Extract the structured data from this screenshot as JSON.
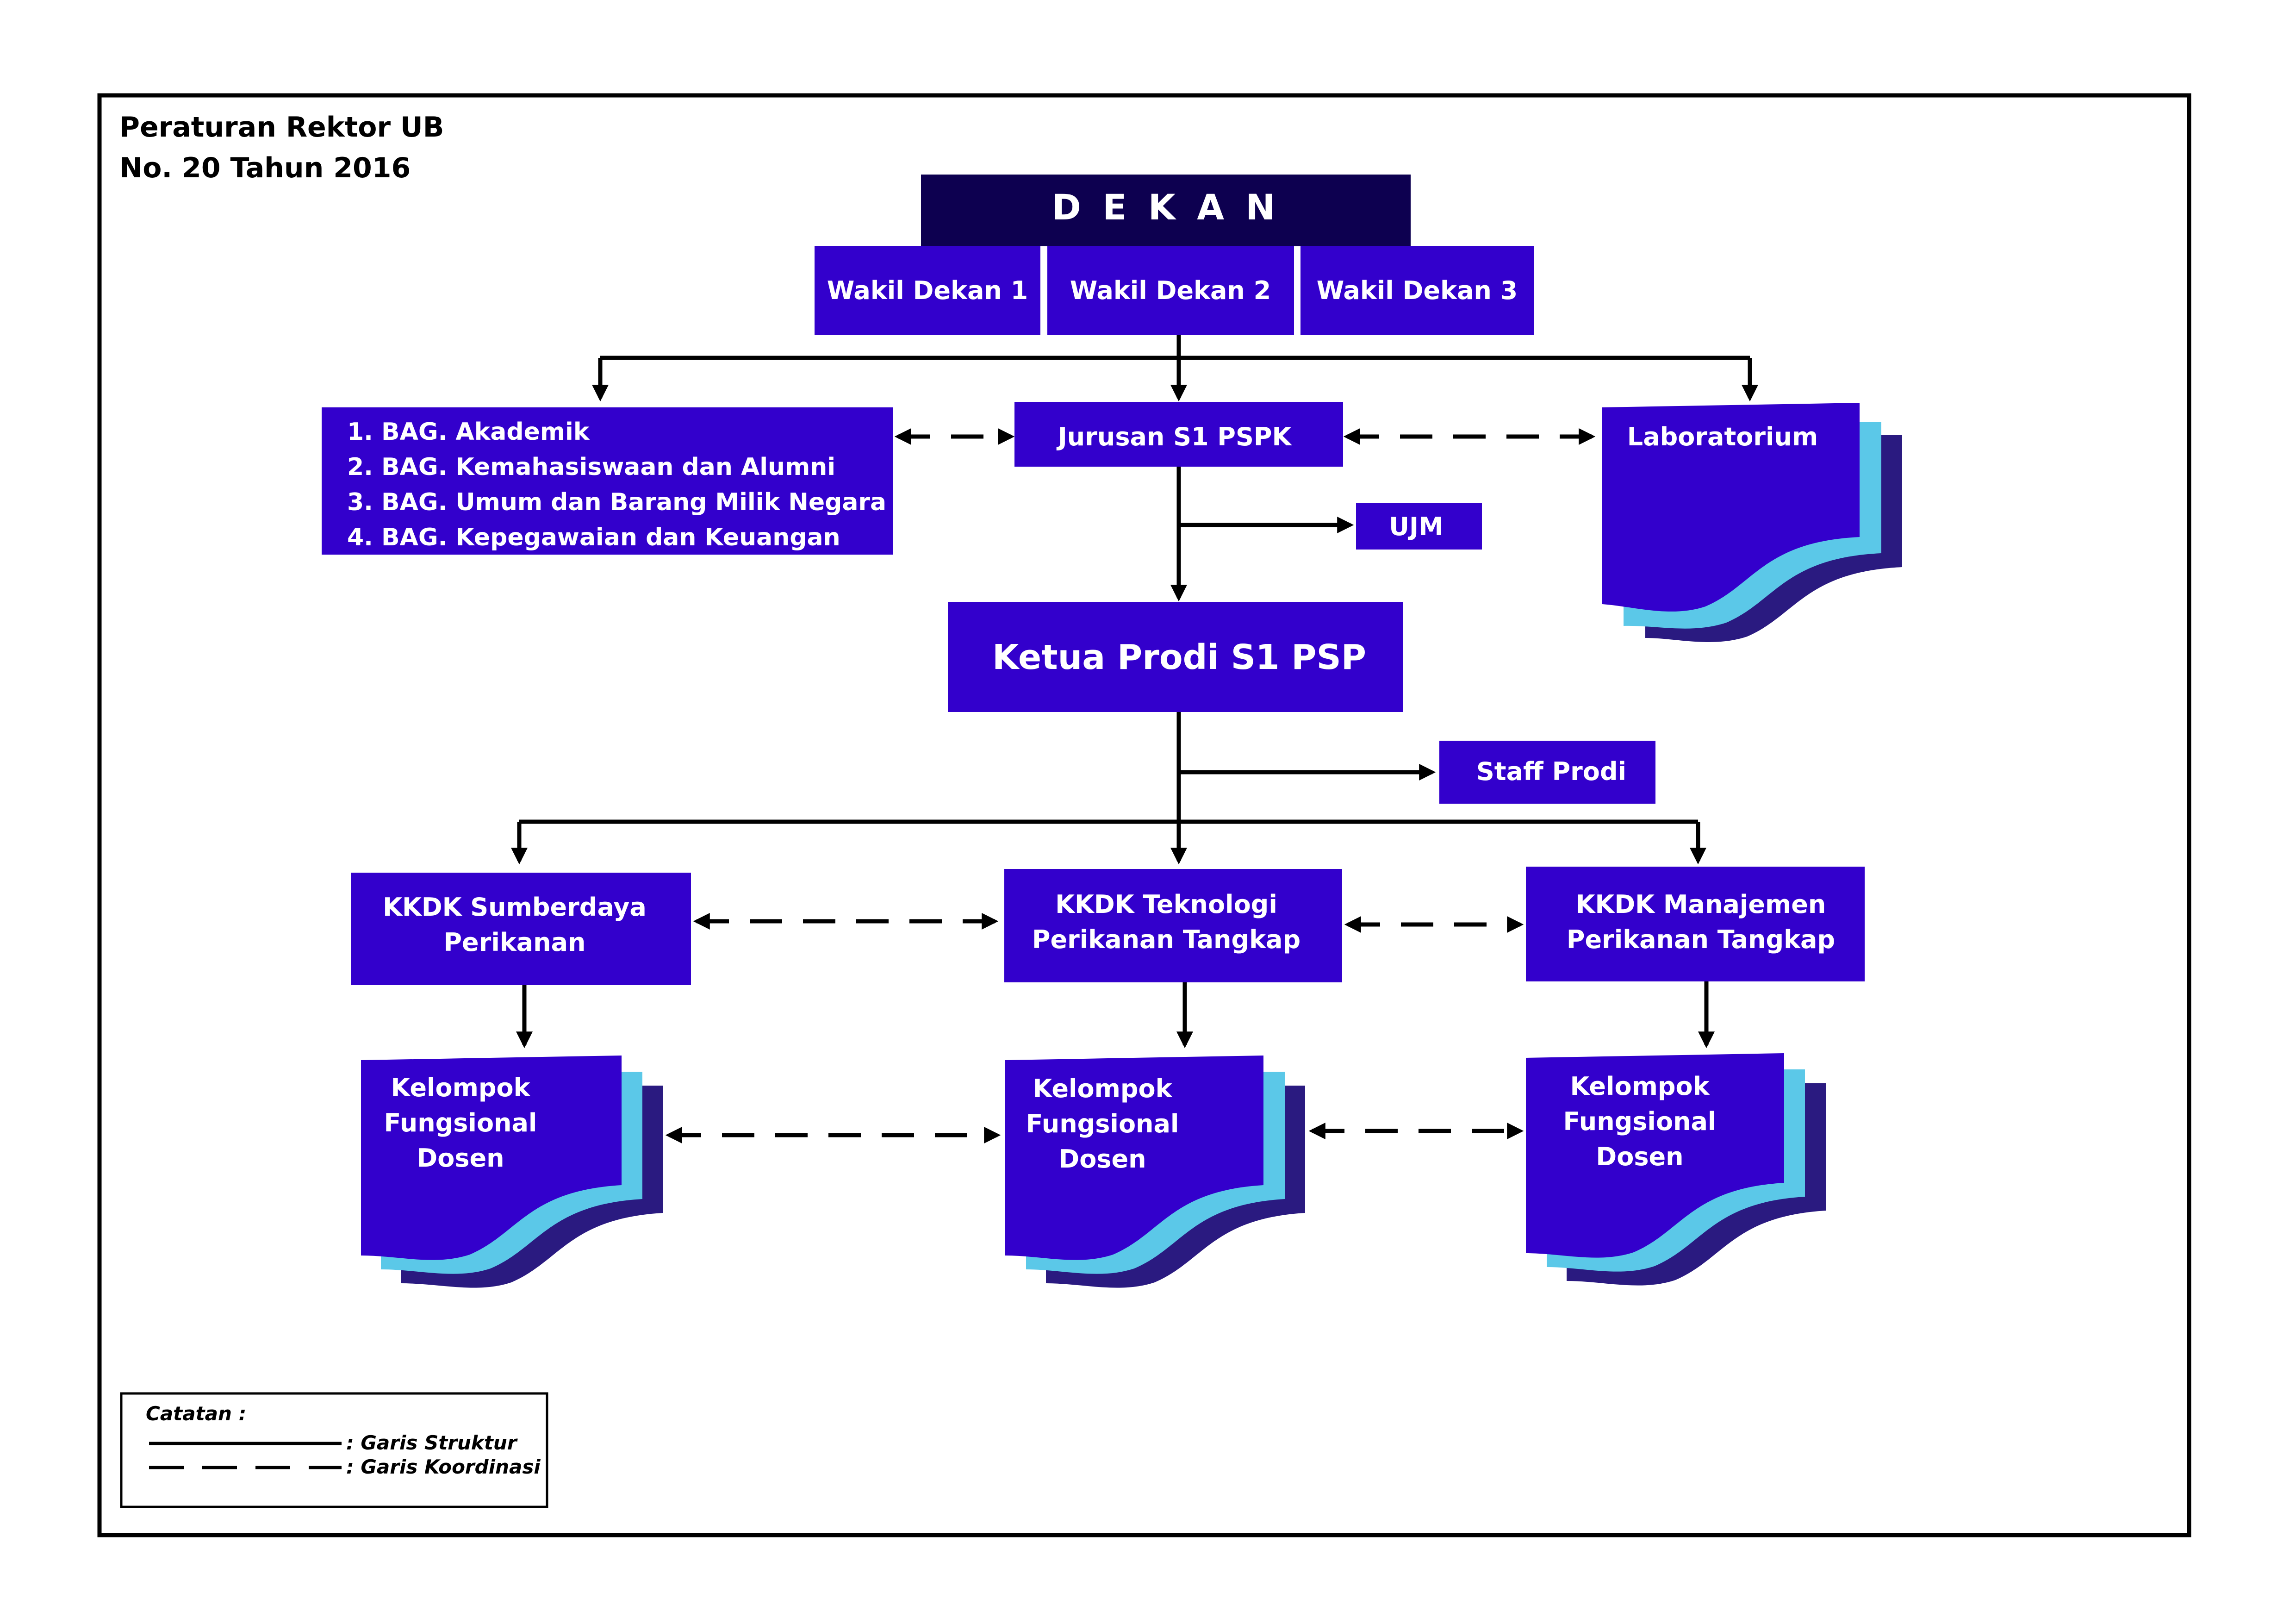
{
  "header": {
    "line1": "Peraturan Rektor UB",
    "line2": "No. 20 Tahun 2016"
  },
  "dekan": "D E K A N",
  "wakil": [
    "Wakil Dekan 1",
    "Wakil Dekan 2",
    "Wakil Dekan 3"
  ],
  "bag": [
    "1.  BAG. Akademik",
    "2. BAG. Kemahasiswaan dan Alumni",
    "3. BAG. Umum dan Barang Milik Negara",
    "4. BAG. Kepegawaian dan Keuangan"
  ],
  "jurusan": "Jurusan S1 PSPK",
  "laboratorium": "Laboratorium",
  "ujm": "UJM",
  "ketua": "Ketua Prodi S1 PSP",
  "staff": "Staff Prodi",
  "kkdk": [
    {
      "line1": "KKDK Sumberdaya",
      "line2": "Perikanan"
    },
    {
      "line1": "KKDK Teknologi",
      "line2": "Perikanan Tangkap"
    },
    {
      "line1": "KKDK Manajemen",
      "line2": "Perikanan Tangkap"
    }
  ],
  "kelompok": [
    {
      "line1": "Kelompok",
      "line2": "Fungsional",
      "line3": "Dosen"
    },
    {
      "line1": "Kelompok",
      "line2": "Fungsional",
      "line3": "Dosen"
    },
    {
      "line1": "Kelompok",
      "line2": "Fungsional",
      "line3": "Dosen"
    }
  ],
  "legend": {
    "title": "Catatan :",
    "solid": ": Garis Struktur",
    "dashed": ": Garis Koordinasi"
  },
  "colors": {
    "box": "#3300CC",
    "dekan": "#0D0050",
    "shadow_dark": "#2A1A80",
    "shadow_light": "#5BC8E8",
    "line": "#000000",
    "text_light": "#FFFFFF"
  }
}
